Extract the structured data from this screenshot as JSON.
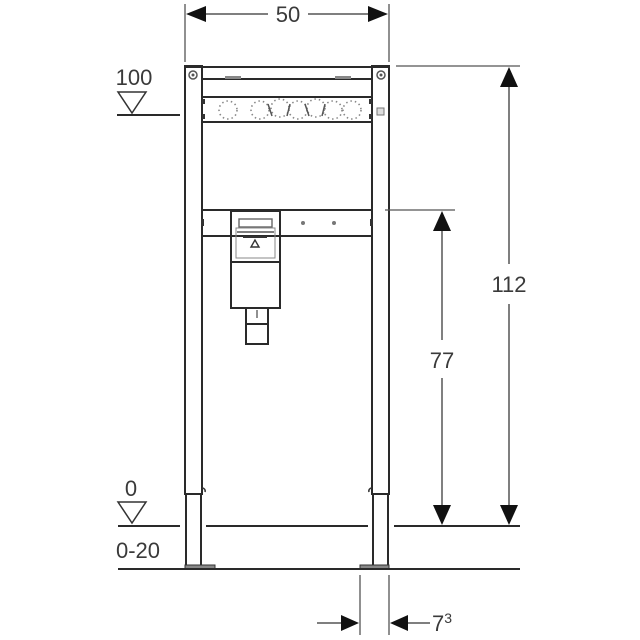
{
  "diagram": {
    "subject": "installation frame elevation",
    "colors": {
      "line": "#2a2a2a",
      "text": "#3a3a3a",
      "background": "#ffffff"
    },
    "dimensions": {
      "width_top": "50",
      "height_total": "112",
      "height_outlet": "77",
      "foot_width_base": "7",
      "foot_width_sup": "3"
    },
    "levels": {
      "top_level": "100",
      "floor_level": "0",
      "adjust_range": "0-20"
    }
  }
}
